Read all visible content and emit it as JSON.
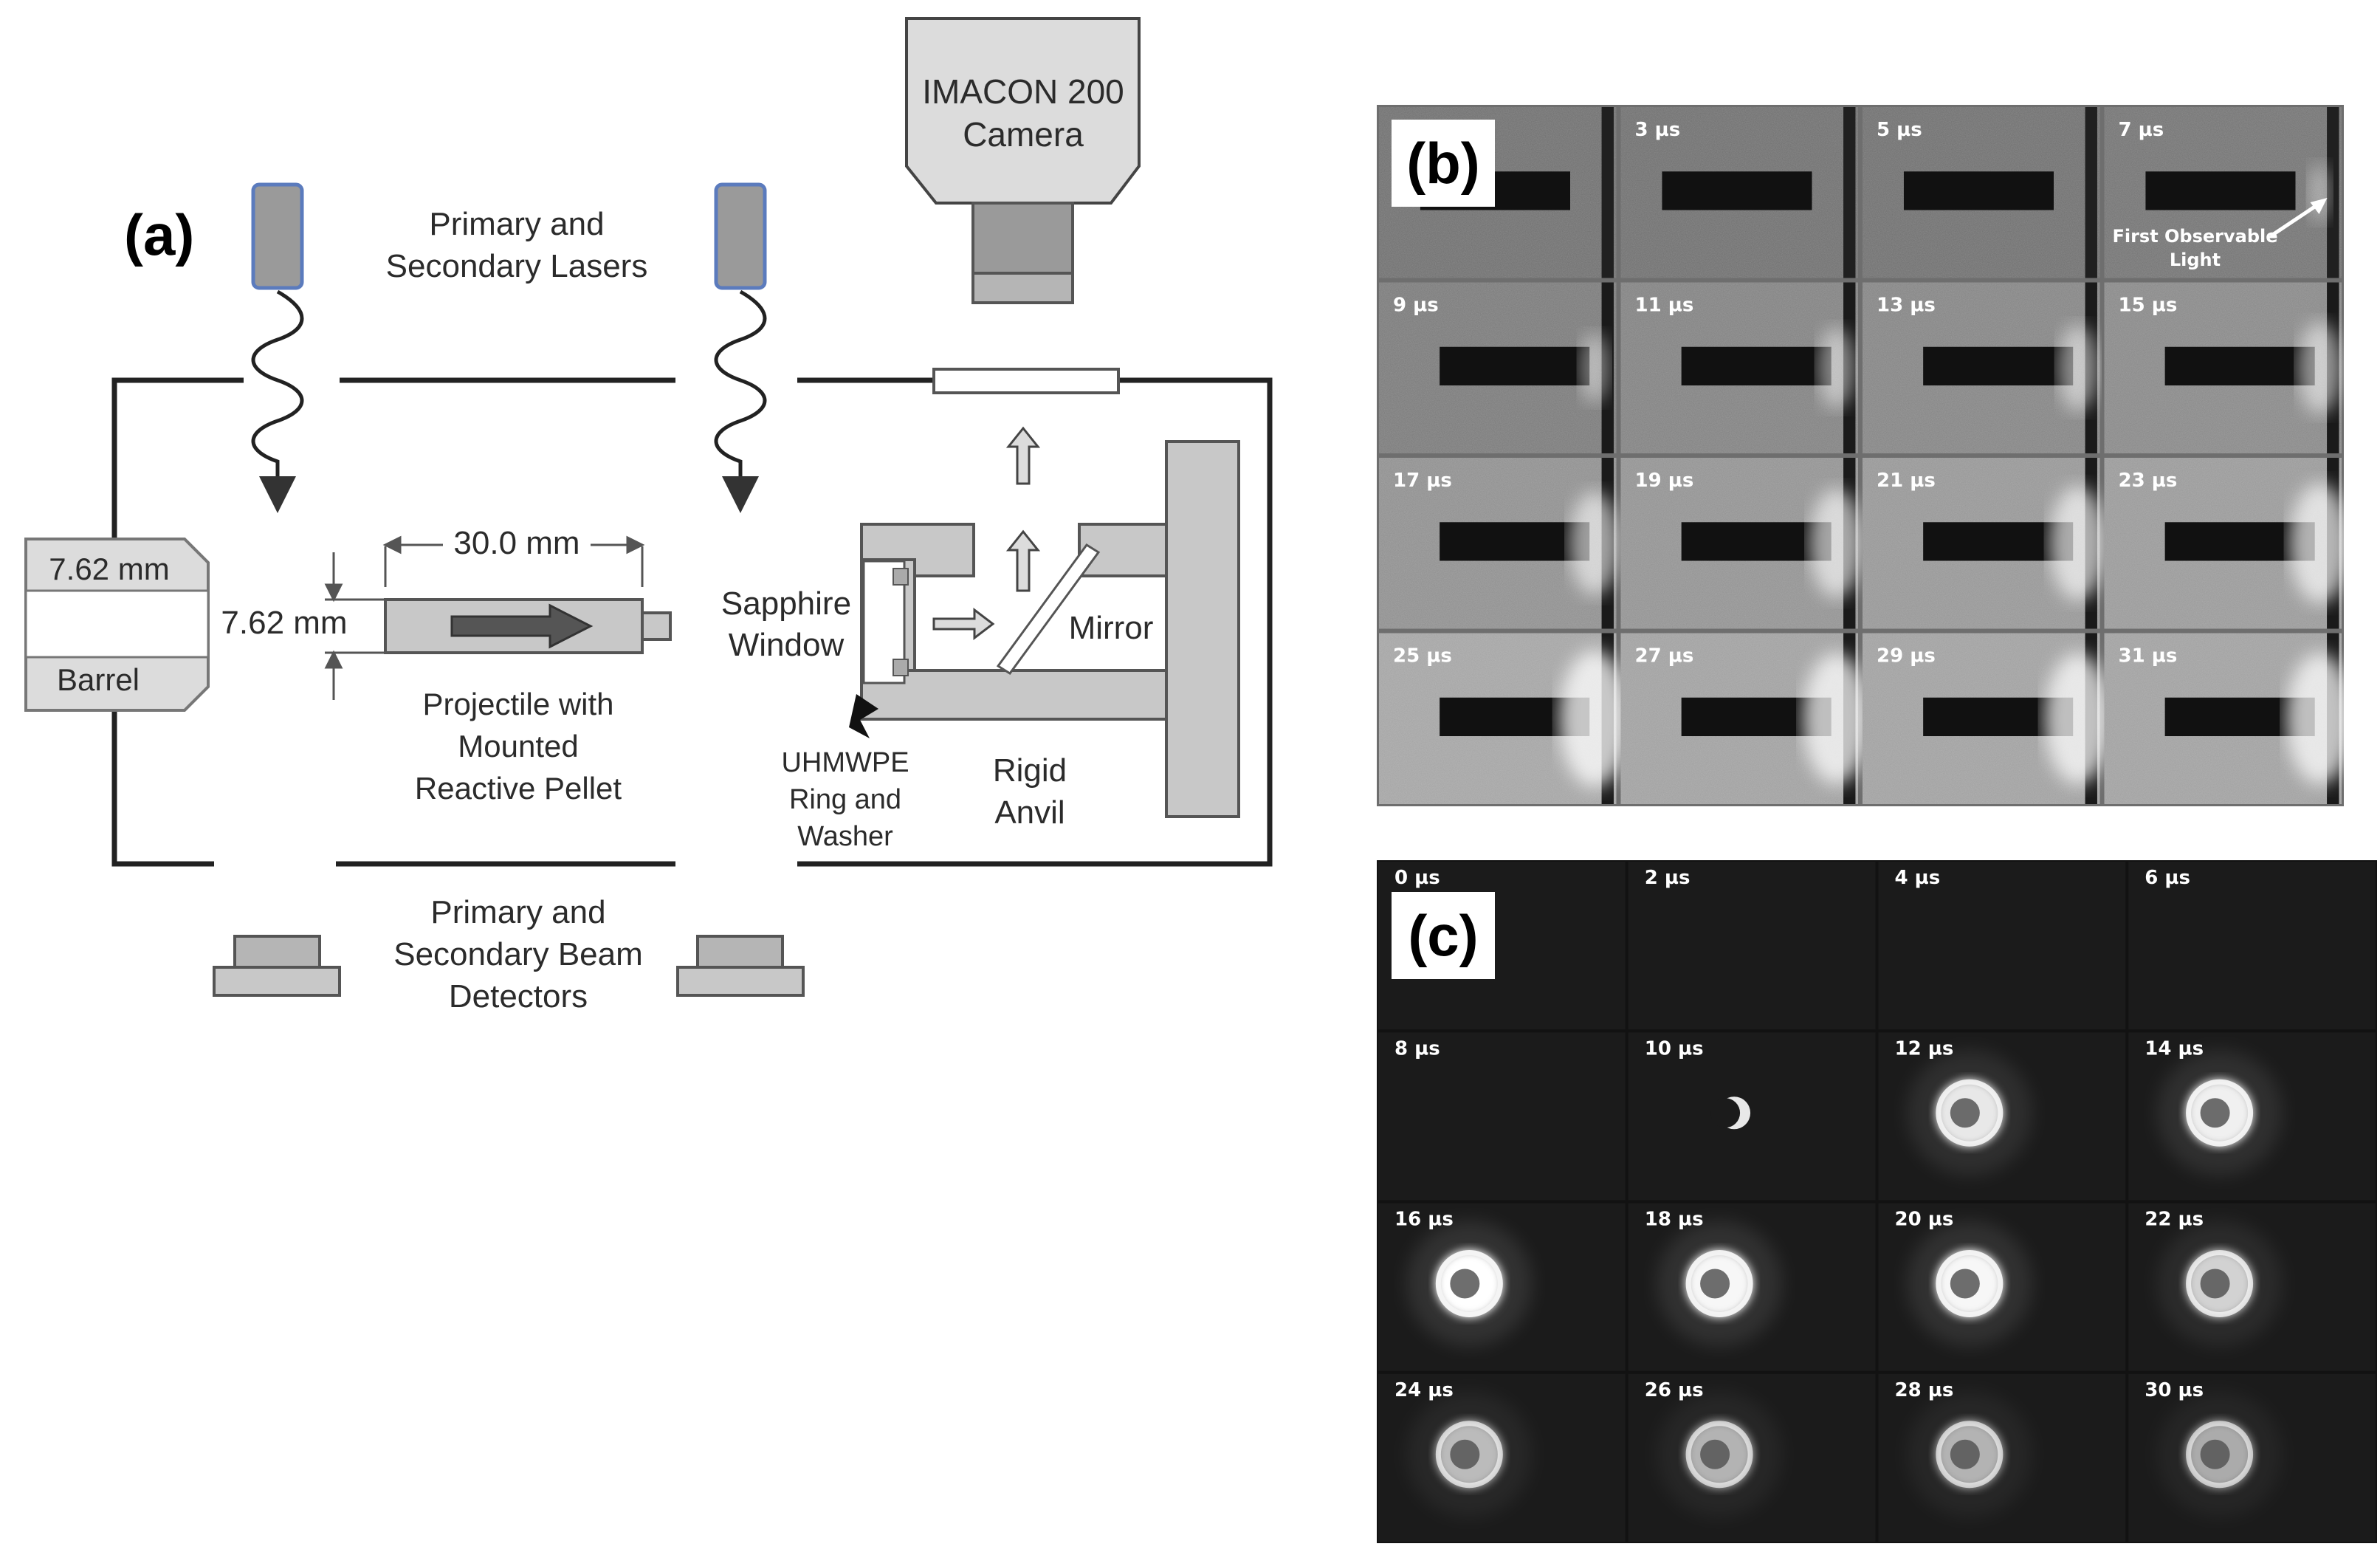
{
  "panel_a": {
    "tag": "(a)",
    "camera_line1": "IMACON 200",
    "camera_line2": "Camera",
    "lasers_line1": "Primary and",
    "lasers_line2": "Secondary Lasers",
    "barrel_dim": "7.62 mm",
    "barrel_label": "Barrel",
    "projectile_height": "7.62 mm",
    "projectile_length": "30.0 mm",
    "projectile_line1": "Projectile with",
    "projectile_line2": "Mounted",
    "projectile_line3": "Reactive Pellet",
    "sapphire_line1": "Sapphire",
    "sapphire_line2": "Window",
    "mirror_label": "Mirror",
    "uhmwpe_line1": "UHMWPE",
    "uhmwpe_line2": "Ring and",
    "uhmwpe_line3": "Washer",
    "anvil_line1": "Rigid",
    "anvil_line2": "Anvil",
    "detectors_line1": "Primary and",
    "detectors_line2": "Secondary Beam",
    "detectors_line3": "Detectors"
  },
  "panel_b": {
    "tag": "(b)",
    "first_light_line1": "First Observable",
    "first_light_line2": "Light",
    "frames": [
      {
        "time": "",
        "flash": 0
      },
      {
        "time": "3 µs",
        "flash": 0
      },
      {
        "time": "5 µs",
        "flash": 0
      },
      {
        "time": "7 µs",
        "flash": 0.05
      },
      {
        "time": "9 µs",
        "flash": 0.15
      },
      {
        "time": "11 µs",
        "flash": 0.25
      },
      {
        "time": "13 µs",
        "flash": 0.3
      },
      {
        "time": "15 µs",
        "flash": 0.35
      },
      {
        "time": "17 µs",
        "flash": 0.45
      },
      {
        "time": "19 µs",
        "flash": 0.5
      },
      {
        "time": "21 µs",
        "flash": 0.55
      },
      {
        "time": "23 µs",
        "flash": 0.6
      },
      {
        "time": "25 µs",
        "flash": 0.75
      },
      {
        "time": "27 µs",
        "flash": 0.7
      },
      {
        "time": "29 µs",
        "flash": 0.7
      },
      {
        "time": "31 µs",
        "flash": 0.7
      }
    ]
  },
  "panel_c": {
    "tag": "(c)",
    "frames": [
      {
        "time": "0 µs",
        "glow": 0,
        "shape": "none"
      },
      {
        "time": "2 µs",
        "glow": 0,
        "shape": "none"
      },
      {
        "time": "4 µs",
        "glow": 0,
        "shape": "none"
      },
      {
        "time": "6 µs",
        "glow": 0,
        "shape": "none"
      },
      {
        "time": "8 µs",
        "glow": 0,
        "shape": "none"
      },
      {
        "time": "10 µs",
        "glow": 0.5,
        "shape": "crescent"
      },
      {
        "time": "12 µs",
        "glow": 0.85,
        "shape": "ring"
      },
      {
        "time": "14 µs",
        "glow": 0.9,
        "shape": "ring"
      },
      {
        "time": "16 µs",
        "glow": 1.0,
        "shape": "ring"
      },
      {
        "time": "18 µs",
        "glow": 0.95,
        "shape": "ring"
      },
      {
        "time": "20 µs",
        "glow": 0.95,
        "shape": "ring"
      },
      {
        "time": "22 µs",
        "glow": 0.7,
        "shape": "ring"
      },
      {
        "time": "24 µs",
        "glow": 0.55,
        "shape": "ring"
      },
      {
        "time": "26 µs",
        "glow": 0.5,
        "shape": "ring"
      },
      {
        "time": "28 µs",
        "glow": 0.5,
        "shape": "ring"
      },
      {
        "time": "30 µs",
        "glow": 0.45,
        "shape": "ring"
      }
    ]
  },
  "colors": {
    "part_fill": "#c8c8c8",
    "part_stroke": "#555555",
    "laser_head": "#9a9a9a",
    "laser_head_stroke": "#5b7bbd",
    "frame_gray": "#7a7a7a",
    "frame_dark": "#181818"
  }
}
